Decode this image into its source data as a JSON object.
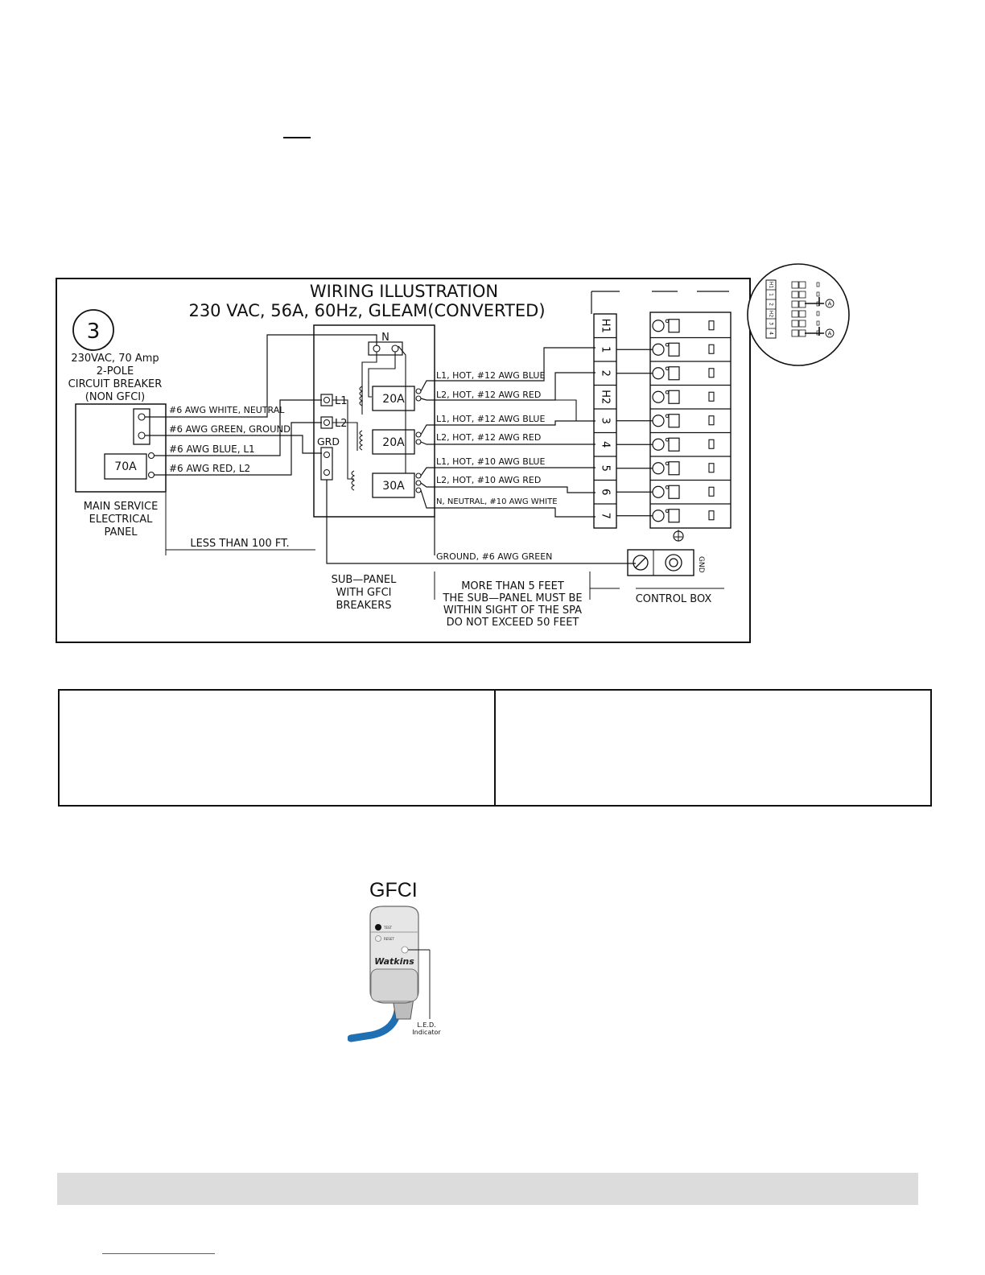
{
  "diagram": {
    "title_line1": "WIRING ILLUSTRATION",
    "title_line2": "230 VAC, 56A, 60Hz, GLEAM(CONVERTED)",
    "step_number": "3",
    "breaker_info": [
      "230VAC, 70 Amp",
      "2-POLE",
      "CIRCUIT BREAKER",
      "(NON GFCI)"
    ],
    "main_panel_breaker": "70A",
    "main_panel_label": [
      "MAIN SERVICE",
      "ELECTRICAL",
      "PANEL"
    ],
    "feed_wires": [
      "#6 AWG WHITE, NEUTRAL",
      "#6 AWG GREEN, GROUND",
      "#6 AWG BLUE, L1",
      "#6 AWG RED, L2"
    ],
    "distance_label": "LESS THAN 100 FT.",
    "subpanel_terminals": {
      "neutral": "N",
      "l1": "L1",
      "l2": "L2",
      "ground": "GRD"
    },
    "subpanel_breakers": [
      "20A",
      "20A",
      "30A"
    ],
    "subpanel_label": [
      "SUB—PANEL",
      "WITH GFCI",
      "BREAKERS"
    ],
    "branch_wires": [
      "L1, HOT, #12 AWG BLUE",
      "L2, HOT, #12 AWG RED",
      "L1, HOT, #12 AWG BLUE",
      "L2, HOT, #12 AWG RED",
      "L1, HOT, #10 AWG BLUE",
      "L2, HOT, #10 AWG RED",
      "N, NEUTRAL, #10 AWG WHITE"
    ],
    "ground_wire": "GROUND, #6 AWG GREEN",
    "terminal_labels": [
      "H1",
      "1",
      "2",
      "H2",
      "3",
      "4",
      "5",
      "6",
      "7"
    ],
    "distance_note": [
      "MORE THAN 5 FEET",
      "THE SUB—PANEL MUST BE",
      "WITHIN SIGHT OF THE SPA",
      "DO NOT EXCEED 50 FEET"
    ],
    "control_box_label": "CONTROL BOX",
    "gnd_label": "GND",
    "inset_terminal_labels": [
      "H1",
      "1",
      "2",
      "H2",
      "3",
      "4"
    ],
    "inset_marker": "A"
  },
  "gfci": {
    "title": "GFCI",
    "test_label": "TEST",
    "reset_label": "RESET",
    "brand": "Watkins",
    "led_label_line1": "L.E.D.",
    "led_label_line2": "Indicator"
  }
}
